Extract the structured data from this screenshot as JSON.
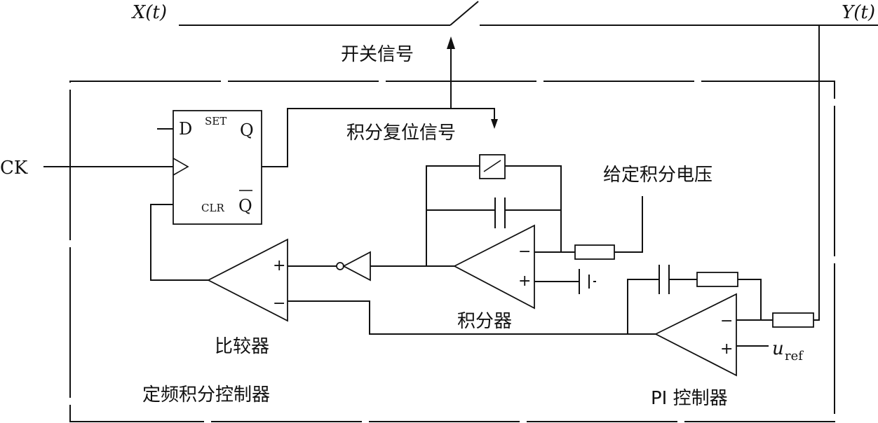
{
  "signals": {
    "input": "X(t)",
    "output": "Y(t)",
    "clock": "CK",
    "switch_signal": "开关信号",
    "integrator_reset": "积分复位信号",
    "given_integral_voltage": "给定积分电压",
    "u_ref_base": "u",
    "u_ref_sub": "ref"
  },
  "flipflop": {
    "d": "D",
    "set": "SET",
    "q": "Q",
    "clr": "CLR",
    "q_bar": "Q"
  },
  "blocks": {
    "comparator": "比较器",
    "integrator": "积分器",
    "controller": "定频积分控制器",
    "pi_controller": "PI 控制器"
  },
  "signs": {
    "plus": "+",
    "minus": "−"
  }
}
